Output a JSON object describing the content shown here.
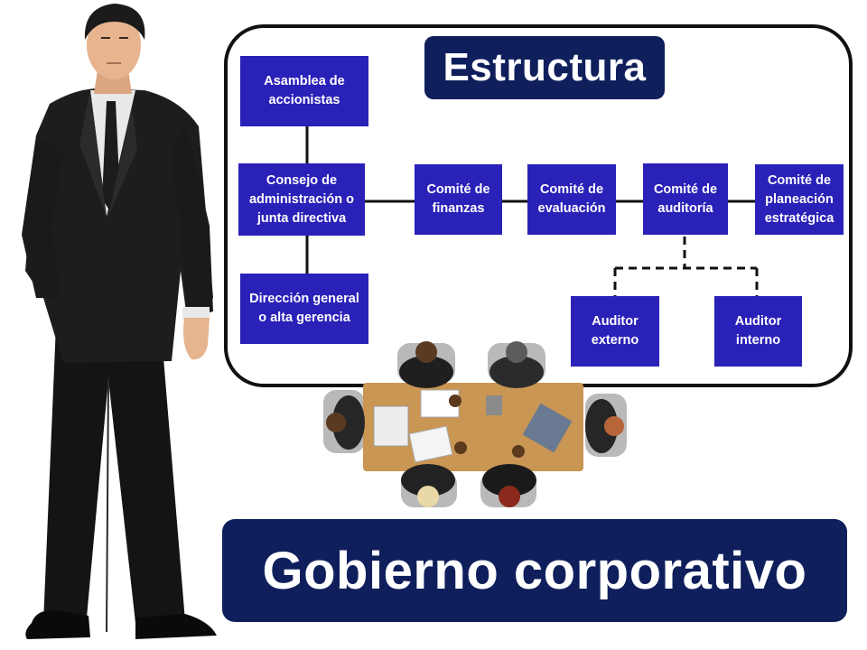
{
  "heading": "Estructura",
  "title": "Gobierno corporativo",
  "boxes": {
    "asamblea": "Asamblea de\naccionistas",
    "consejo": "Consejo de\nadministración o\njunta directiva",
    "direccion": "Dirección general\no alta gerencia",
    "finanzas": "Comité de\nfinanzas",
    "evaluacion": "Comité de\nevaluación",
    "auditoria": "Comité de\nauditoría",
    "planeacion": "Comité de\nplaneación\nestratégica",
    "externo": "Auditor\nexterno",
    "interno": "Auditor\ninterno"
  },
  "colors": {
    "box": "#2a21b8",
    "navy": "#0f1f5c",
    "line": "#111111"
  }
}
